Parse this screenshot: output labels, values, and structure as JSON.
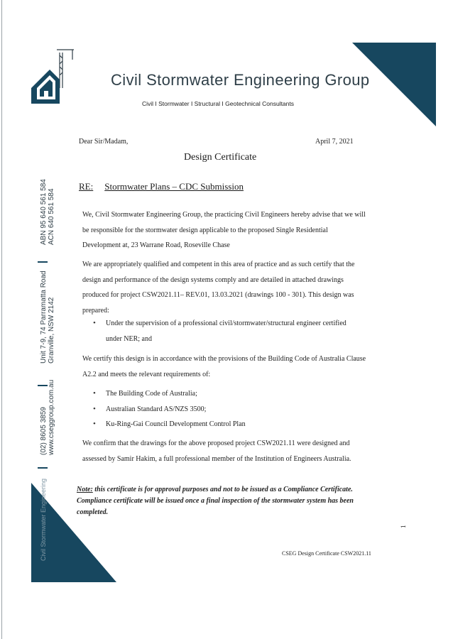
{
  "header": {
    "company": "Civil Stormwater Engineering Group",
    "subtitle": "Civil I Stormwater I Structural I Geotechnical Consultants"
  },
  "sidebar": {
    "abn": "ABN 95 640 561 584",
    "acn": "ACN 640 561 584",
    "address_line1": "Unit 7-9, 74 Parramatta Road",
    "address_line2": "Granville, NSW 2142",
    "phone": "(02) 8605 3859",
    "website": "www.cseggroup.com.au",
    "watermark": "Civil Stormwater Engineering"
  },
  "letter": {
    "salutation": "Dear Sir/Madam,",
    "date": "April 7, 2021",
    "title": "Design Certificate",
    "re_label": "RE:",
    "re_subject": "Stormwater Plans – CDC Submission",
    "para1": "We, Civil Stormwater Engineering Group, the practicing Civil Engineers hereby advise that we will be responsible for the stormwater design applicable to the proposed Single Residential Development at, 23 Warrane Road, Roseville Chase",
    "para2": "We are appropriately qualified and competent in this area of practice and as such certify that the design and performance of the design systems comply and are detailed in attached drawings produced for project CSW2021.11– REV.01, 13.03.2021 (drawings 100 - 301). This design was prepared:",
    "bullet1": "Under the supervision of a professional civil/stormwater/structural engineer certified under NER; and",
    "para3": "We certify this design is in accordance with the provisions of the Building Code of Australia Clause A2.2 and meets the relevant requirements of:",
    "requirements": [
      "The Building Code of Australia;",
      "Australian Standard AS/NZS 3500;",
      "Ku-Ring-Gai Council Development Control Plan"
    ],
    "para4": "We confirm that the drawings for the above proposed project CSW2021.11 were designed and assessed by Samir Hakim, a full professional member of the Institution of Engineers Australia.",
    "note_label": "Note:",
    "note_text": " this certificate is for approval purposes and not to be issued as a Compliance Certificate. Compliance certificate will be issued once a final inspection of the stormwater system has been completed."
  },
  "footer": {
    "reference": "CSEG Design Certificate CSW2021.11",
    "page_number": "1"
  },
  "colors": {
    "brand": "#17475f",
    "text": "#222222"
  }
}
